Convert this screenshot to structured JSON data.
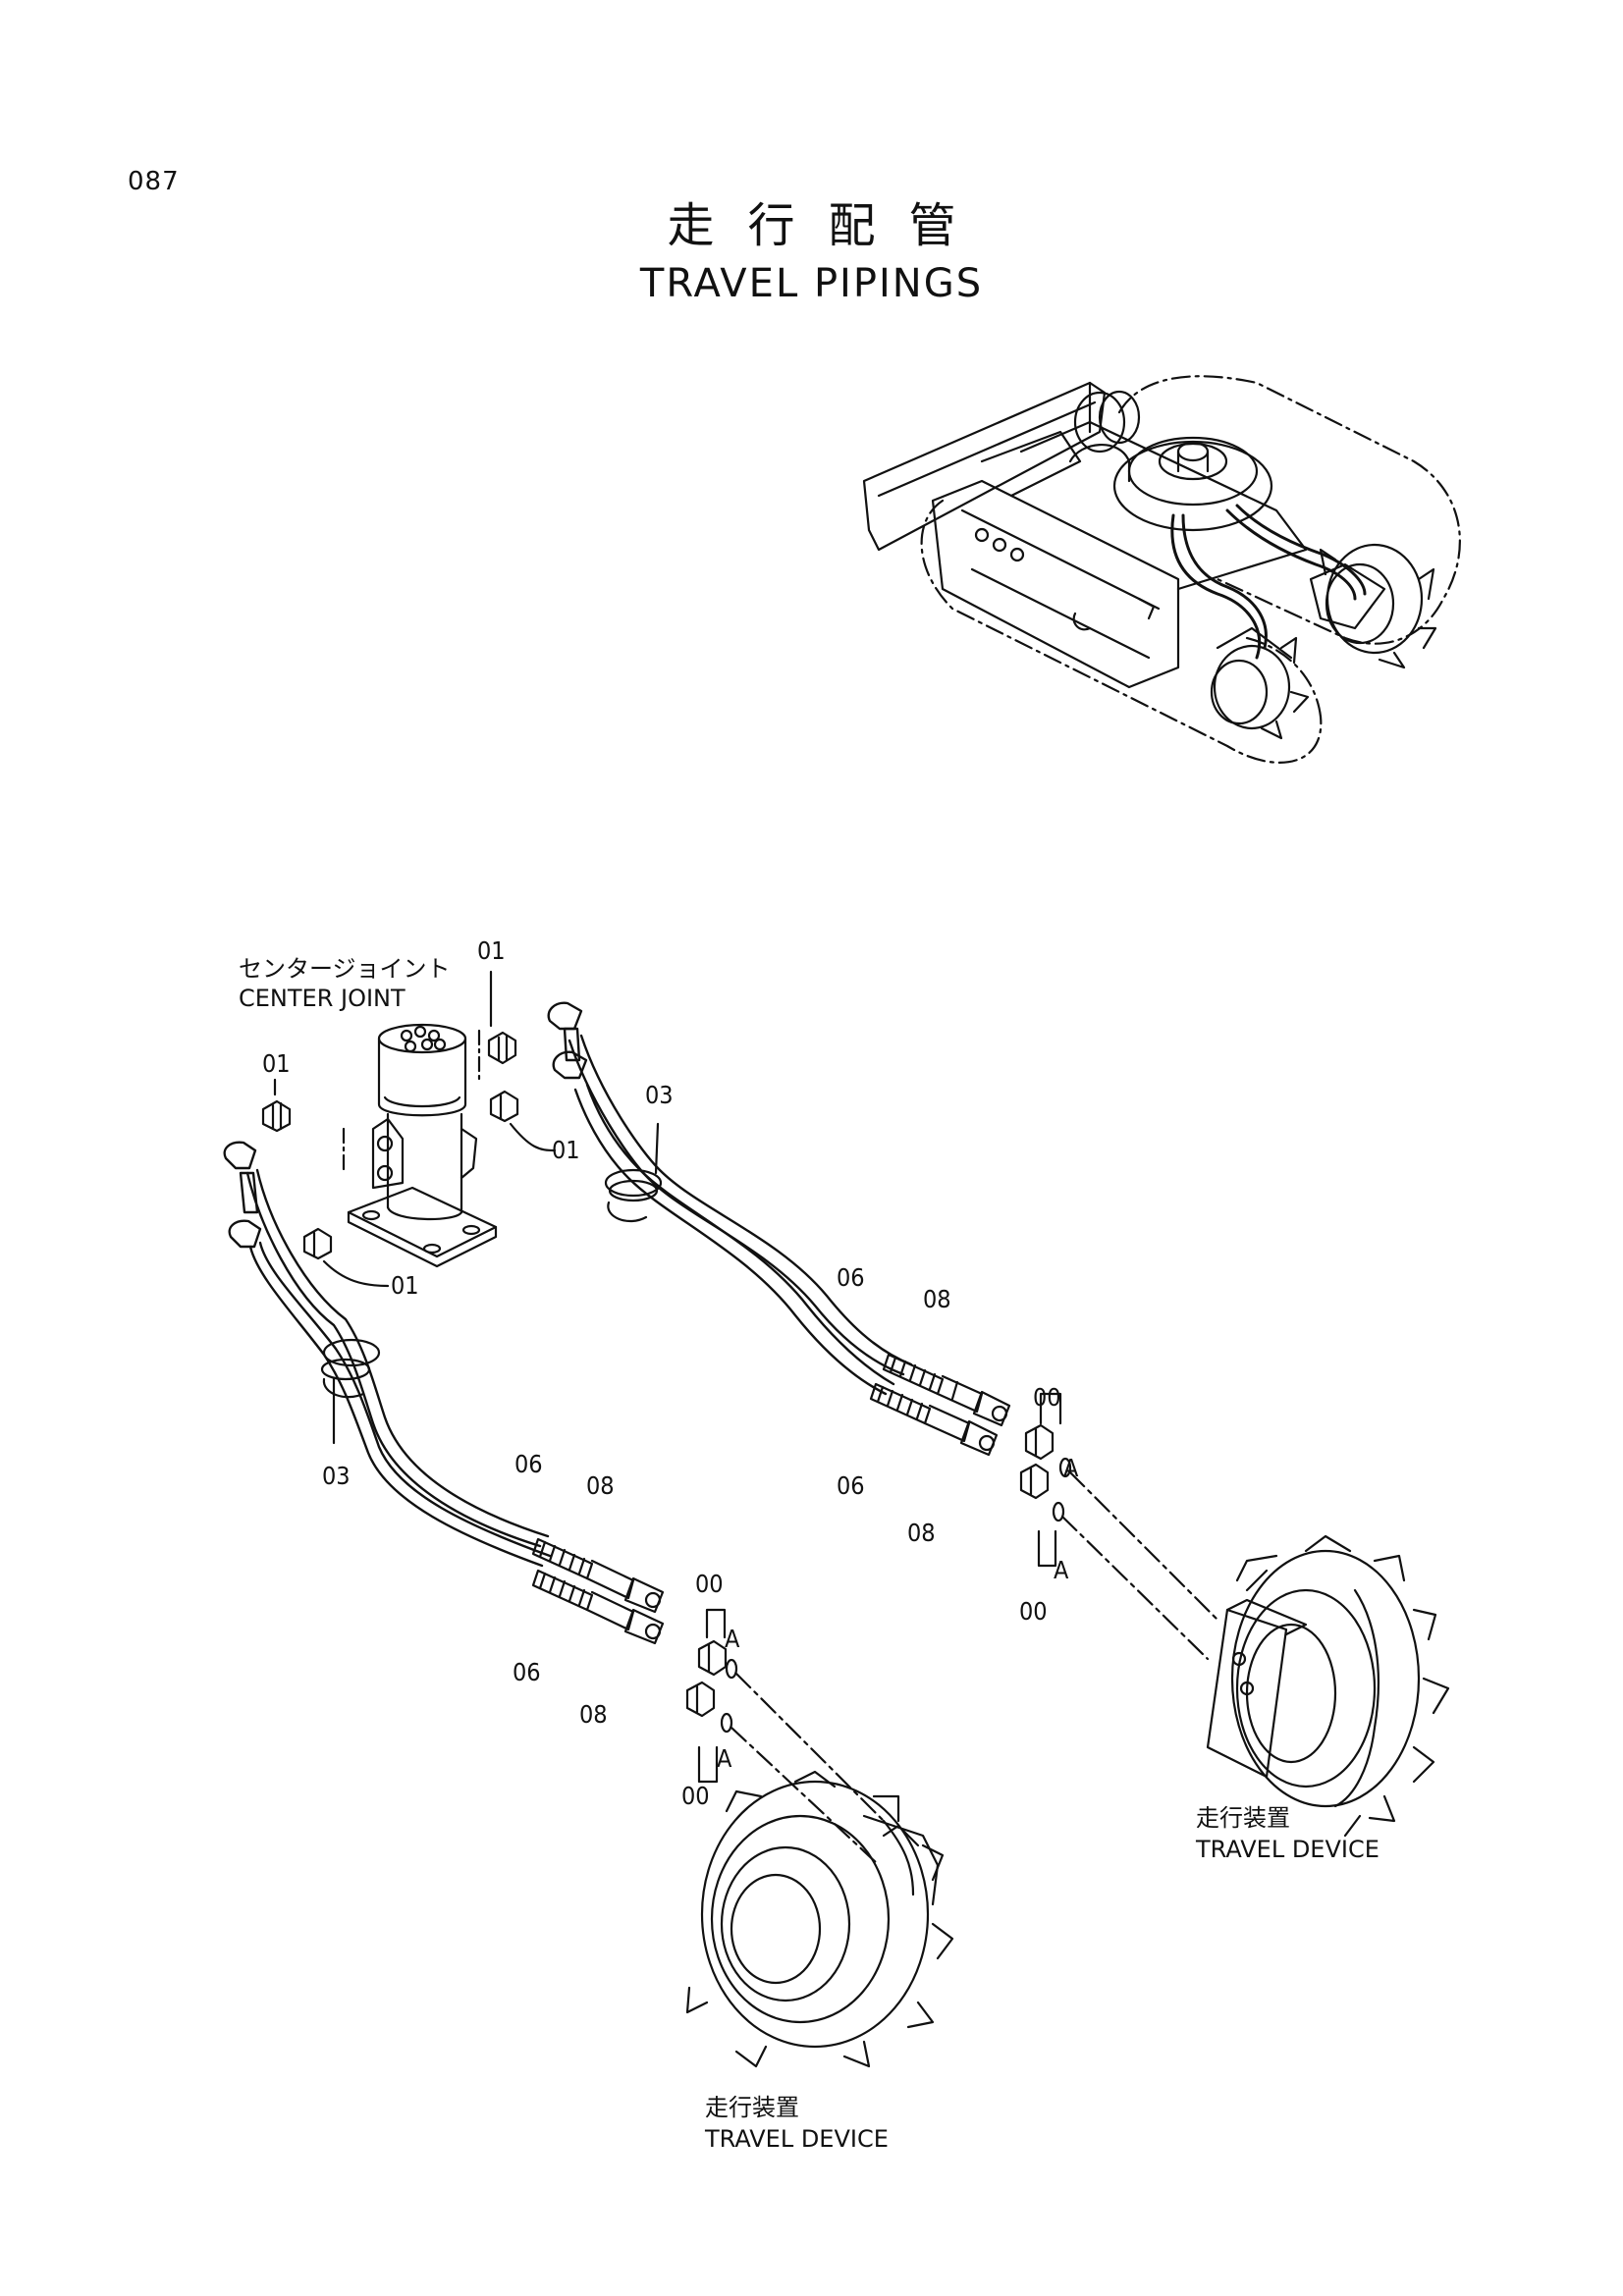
{
  "page": {
    "number": "087",
    "title_jp": "走行配管",
    "title_en": "TRAVEL PIPINGS"
  },
  "labels": {
    "center_joint_jp": "センタージョイント",
    "center_joint_en": "CENTER JOINT",
    "travel_device_jp": "走行装置",
    "travel_device_en": "TRAVEL DEVICE"
  },
  "callouts": {
    "c01_top": "01",
    "c01_left": "01",
    "c01_mid": "01",
    "c01_low": "01",
    "c03_upper": "03",
    "c03_lower": "03",
    "c06_right_top": "06",
    "c06_right_bot": "06",
    "c08_right_top": "08",
    "c08_right_bot": "08",
    "c00_right_top": "00",
    "c00_right_bot": "00",
    "a_right_top": "A",
    "a_right_bot": "A",
    "c06_left_top": "06",
    "c06_left_bot": "06",
    "c08_left_top": "08",
    "c08_left_bot": "08",
    "c00_left_top": "00",
    "c00_left_bot": "00",
    "a_left_top": "A",
    "a_left_bot": "A"
  }
}
